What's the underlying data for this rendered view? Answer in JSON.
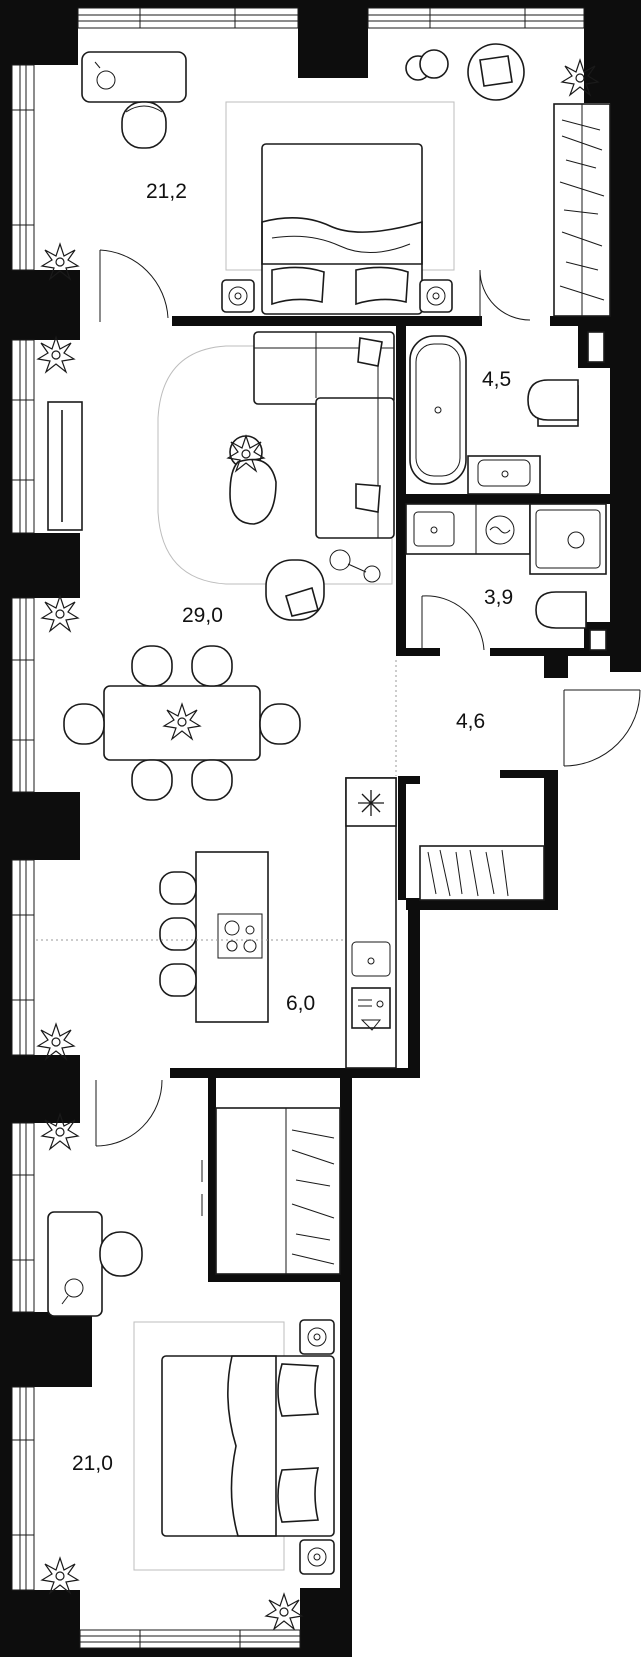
{
  "plan": {
    "rooms": [
      {
        "id": "bedroom-top",
        "area": "21,2"
      },
      {
        "id": "bathroom",
        "area": "4,5"
      },
      {
        "id": "living-room",
        "area": "29,0"
      },
      {
        "id": "toilet-laundry",
        "area": "3,9"
      },
      {
        "id": "hallway",
        "area": "4,6"
      },
      {
        "id": "kitchen",
        "area": "6,0"
      },
      {
        "id": "bedroom-bottom",
        "area": "21,0"
      }
    ],
    "colors": {
      "wall": "#0d0d0d",
      "line": "#1a1a1a",
      "background": "#ffffff"
    },
    "icons": [
      "plant-icon",
      "snowflake-icon",
      "washing-machine-icon",
      "cooktop-icon",
      "sink-icon",
      "nightstand-icon"
    ]
  }
}
